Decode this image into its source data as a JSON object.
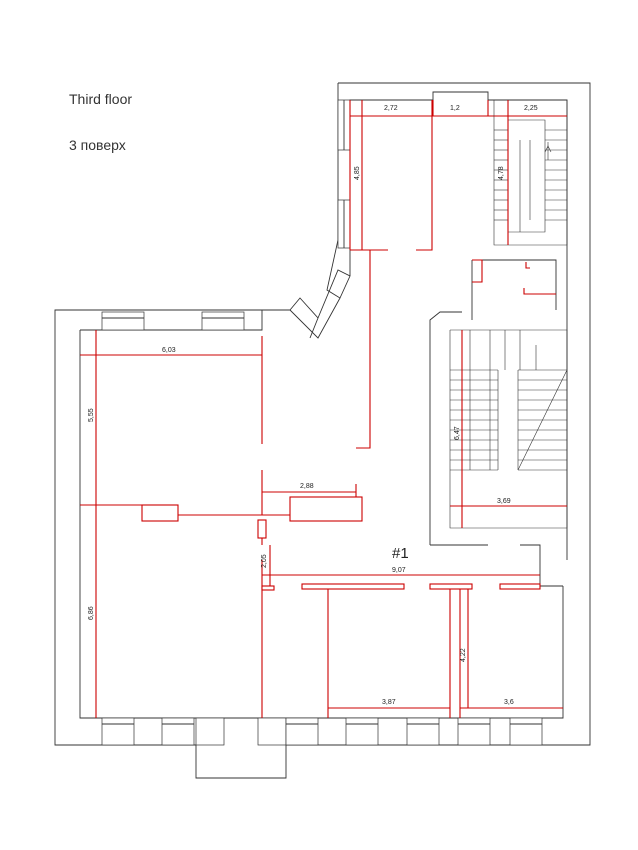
{
  "titles": {
    "en": "Third floor",
    "ua": "3 поверх"
  },
  "room_label": "#1",
  "dimensions": {
    "d272": "2,72",
    "d12": "1,2",
    "d225": "2,25",
    "d485": "4,85",
    "d478": "4,78",
    "d603": "6,03",
    "d555": "5,55",
    "d647": "6,47",
    "d288": "2,88",
    "d369": "3,69",
    "d205": "2,05",
    "d907": "9,07",
    "d686": "6,86",
    "d422": "4,22",
    "d387": "3,87",
    "d36": "3,6"
  },
  "colors": {
    "wall": "#333333",
    "partition": "#cc0000"
  }
}
